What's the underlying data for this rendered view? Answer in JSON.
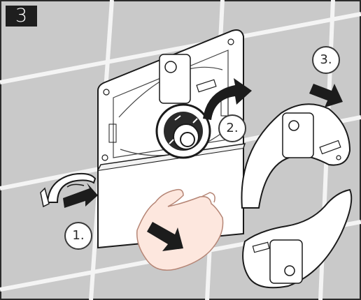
{
  "step_number": "3",
  "callouts": [
    {
      "label": "1."
    },
    {
      "label": "2."
    },
    {
      "label": "3."
    }
  ],
  "colors": {
    "background_tile": "#c9c9c9",
    "grout": "#f4f4f4",
    "plate": "#ffffff",
    "outline": "#1a1a1a",
    "arrow": "#1c1c1c",
    "hand_fill": "#fde7de",
    "hand_outline": "#b58575"
  },
  "icons": [
    "mounting-plate",
    "valve-body",
    "clip-part",
    "removed-cover-upper",
    "removed-cover-lower",
    "hand"
  ]
}
